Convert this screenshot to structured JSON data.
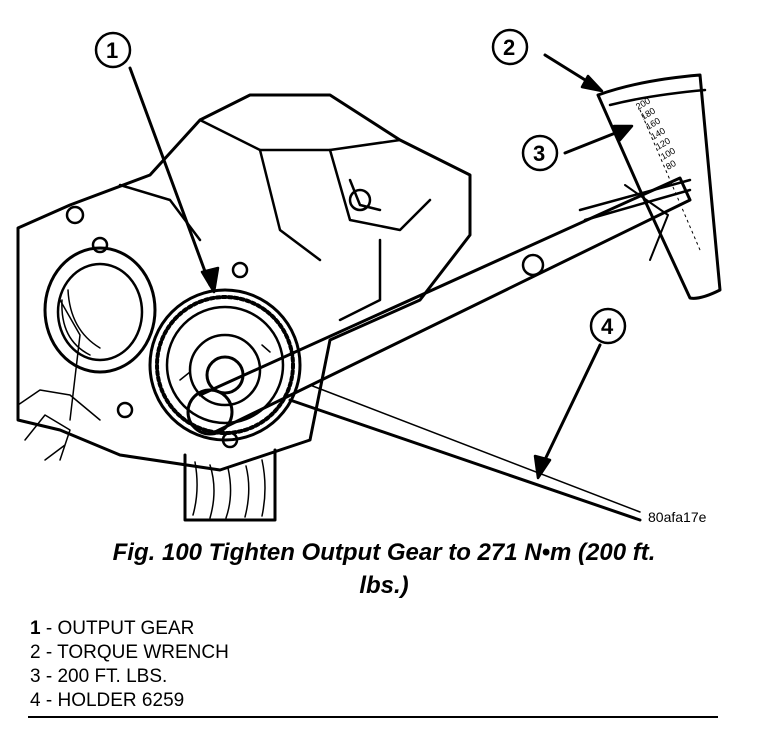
{
  "figure": {
    "code": "80afa17e",
    "callouts": [
      "1",
      "2",
      "3",
      "4"
    ]
  },
  "caption": {
    "line1": "Fig. 100 Tighten Output Gear to 271 N•m (200 ft.",
    "line2": "lbs.)"
  },
  "legend": [
    {
      "num": "1",
      "sep": " - ",
      "text": "OUTPUT GEAR"
    },
    {
      "num": "2",
      "sep": " - ",
      "text": "TORQUE WRENCH"
    },
    {
      "num": "3",
      "sep": " - ",
      "text": "200 FT. LBS."
    },
    {
      "num": "4",
      "sep": " - ",
      "text": "HOLDER 6259"
    }
  ],
  "wrench_scale": [
    "200",
    "180",
    "160",
    "140",
    "120",
    "100",
    "80"
  ]
}
